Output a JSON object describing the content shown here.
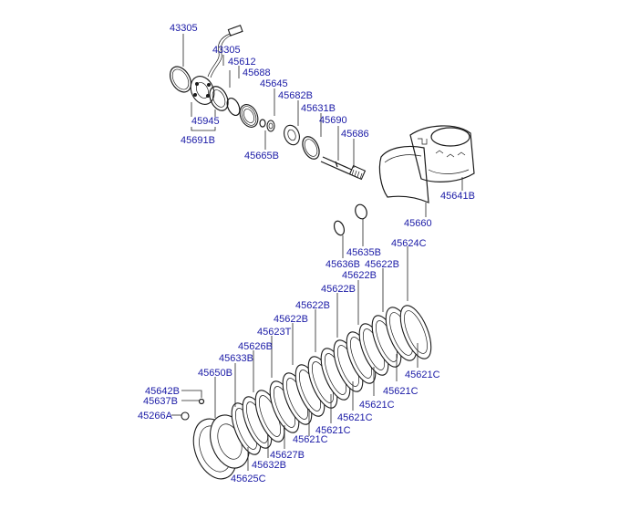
{
  "labels": {
    "l43305a": "43305",
    "l43305b": "43305",
    "l45612": "45612",
    "l45688": "45688",
    "l45645": "45645",
    "l45682B": "45682B",
    "l45631B": "45631B",
    "l45690": "45690",
    "l45686": "45686",
    "l45945": "45945",
    "l45691B": "45691B",
    "l45665B": "45665B",
    "l45641B": "45641B",
    "l45660": "45660",
    "l45635B": "45635B",
    "l45636B": "45636B",
    "l45624C": "45624C",
    "l45622Ba": "45622B",
    "l45622Bb": "45622B",
    "l45622Bc": "45622B",
    "l45622Bd": "45622B",
    "l45622Be": "45622B",
    "l45623T": "45623T",
    "l45626B": "45626B",
    "l45633B": "45633B",
    "l45650B": "45650B",
    "l45642B": "45642B",
    "l45637B": "45637B",
    "l45266A": "45266A",
    "l45621Ca": "45621C",
    "l45621Cb": "45621C",
    "l45621Cc": "45621C",
    "l45621Cd": "45621C",
    "l45621Ce": "45621C",
    "l45621Cf": "45621C",
    "l45627B": "45627B",
    "l45632B": "45632B",
    "l45625C": "45625C"
  },
  "colors": {
    "label": "#1a1aa6",
    "line": "#1a1a1a",
    "background": "#ffffff"
  }
}
